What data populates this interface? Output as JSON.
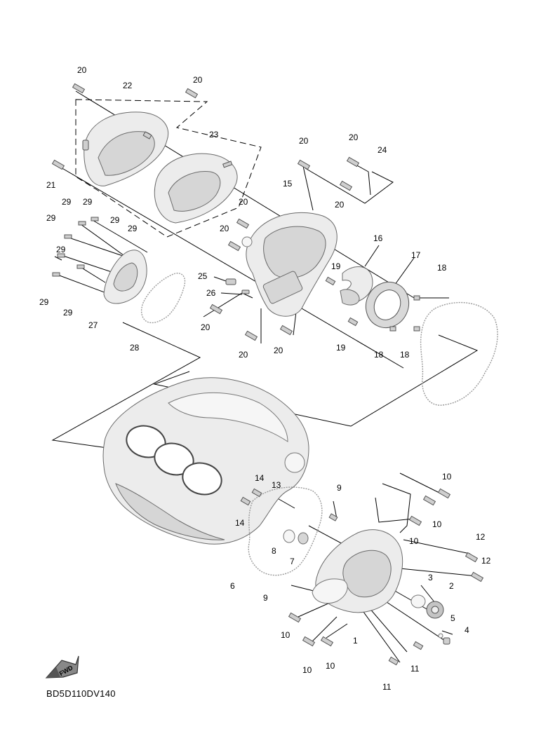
{
  "diagram_code": "BD5D110DV140",
  "fwd_label": "FWD",
  "callouts": [
    {
      "id": "c1",
      "text": "1"
    },
    {
      "id": "c2",
      "text": "2"
    },
    {
      "id": "c3",
      "text": "3"
    },
    {
      "id": "c4",
      "text": "4"
    },
    {
      "id": "c5",
      "text": "5"
    },
    {
      "id": "c6",
      "text": "6"
    },
    {
      "id": "c7",
      "text": "7"
    },
    {
      "id": "c8",
      "text": "8"
    },
    {
      "id": "c9a",
      "text": "9"
    },
    {
      "id": "c9b",
      "text": "9"
    },
    {
      "id": "c10a",
      "text": "10"
    },
    {
      "id": "c10b",
      "text": "10"
    },
    {
      "id": "c10c",
      "text": "10"
    },
    {
      "id": "c10d",
      "text": "10"
    },
    {
      "id": "c10e",
      "text": "10"
    },
    {
      "id": "c10f",
      "text": "10"
    },
    {
      "id": "c11a",
      "text": "11"
    },
    {
      "id": "c11b",
      "text": "11"
    },
    {
      "id": "c12a",
      "text": "12"
    },
    {
      "id": "c12b",
      "text": "12"
    },
    {
      "id": "c13",
      "text": "13"
    },
    {
      "id": "c14a",
      "text": "14"
    },
    {
      "id": "c14b",
      "text": "14"
    },
    {
      "id": "c15",
      "text": "15"
    },
    {
      "id": "c16",
      "text": "16"
    },
    {
      "id": "c17",
      "text": "17"
    },
    {
      "id": "c18a",
      "text": "18"
    },
    {
      "id": "c18b",
      "text": "18"
    },
    {
      "id": "c18c",
      "text": "18"
    },
    {
      "id": "c19a",
      "text": "19"
    },
    {
      "id": "c19b",
      "text": "19"
    },
    {
      "id": "c20a",
      "text": "20"
    },
    {
      "id": "c20b",
      "text": "20"
    },
    {
      "id": "c20c",
      "text": "20"
    },
    {
      "id": "c20d",
      "text": "20"
    },
    {
      "id": "c20e",
      "text": "20"
    },
    {
      "id": "c20f",
      "text": "20"
    },
    {
      "id": "c20g",
      "text": "20"
    },
    {
      "id": "c20h",
      "text": "20"
    },
    {
      "id": "c20i",
      "text": "20"
    },
    {
      "id": "c20j",
      "text": "20"
    },
    {
      "id": "c20k",
      "text": "20"
    },
    {
      "id": "c21",
      "text": "21"
    },
    {
      "id": "c22",
      "text": "22"
    },
    {
      "id": "c23",
      "text": "23"
    },
    {
      "id": "c24",
      "text": "24"
    },
    {
      "id": "c25",
      "text": "25"
    },
    {
      "id": "c26",
      "text": "26"
    },
    {
      "id": "c27",
      "text": "27"
    },
    {
      "id": "c28",
      "text": "28"
    },
    {
      "id": "c29a",
      "text": "29"
    },
    {
      "id": "c29b",
      "text": "29"
    },
    {
      "id": "c29c",
      "text": "29"
    },
    {
      "id": "c29d",
      "text": "29"
    },
    {
      "id": "c29e",
      "text": "29"
    },
    {
      "id": "c29f",
      "text": "29"
    }
  ]
}
